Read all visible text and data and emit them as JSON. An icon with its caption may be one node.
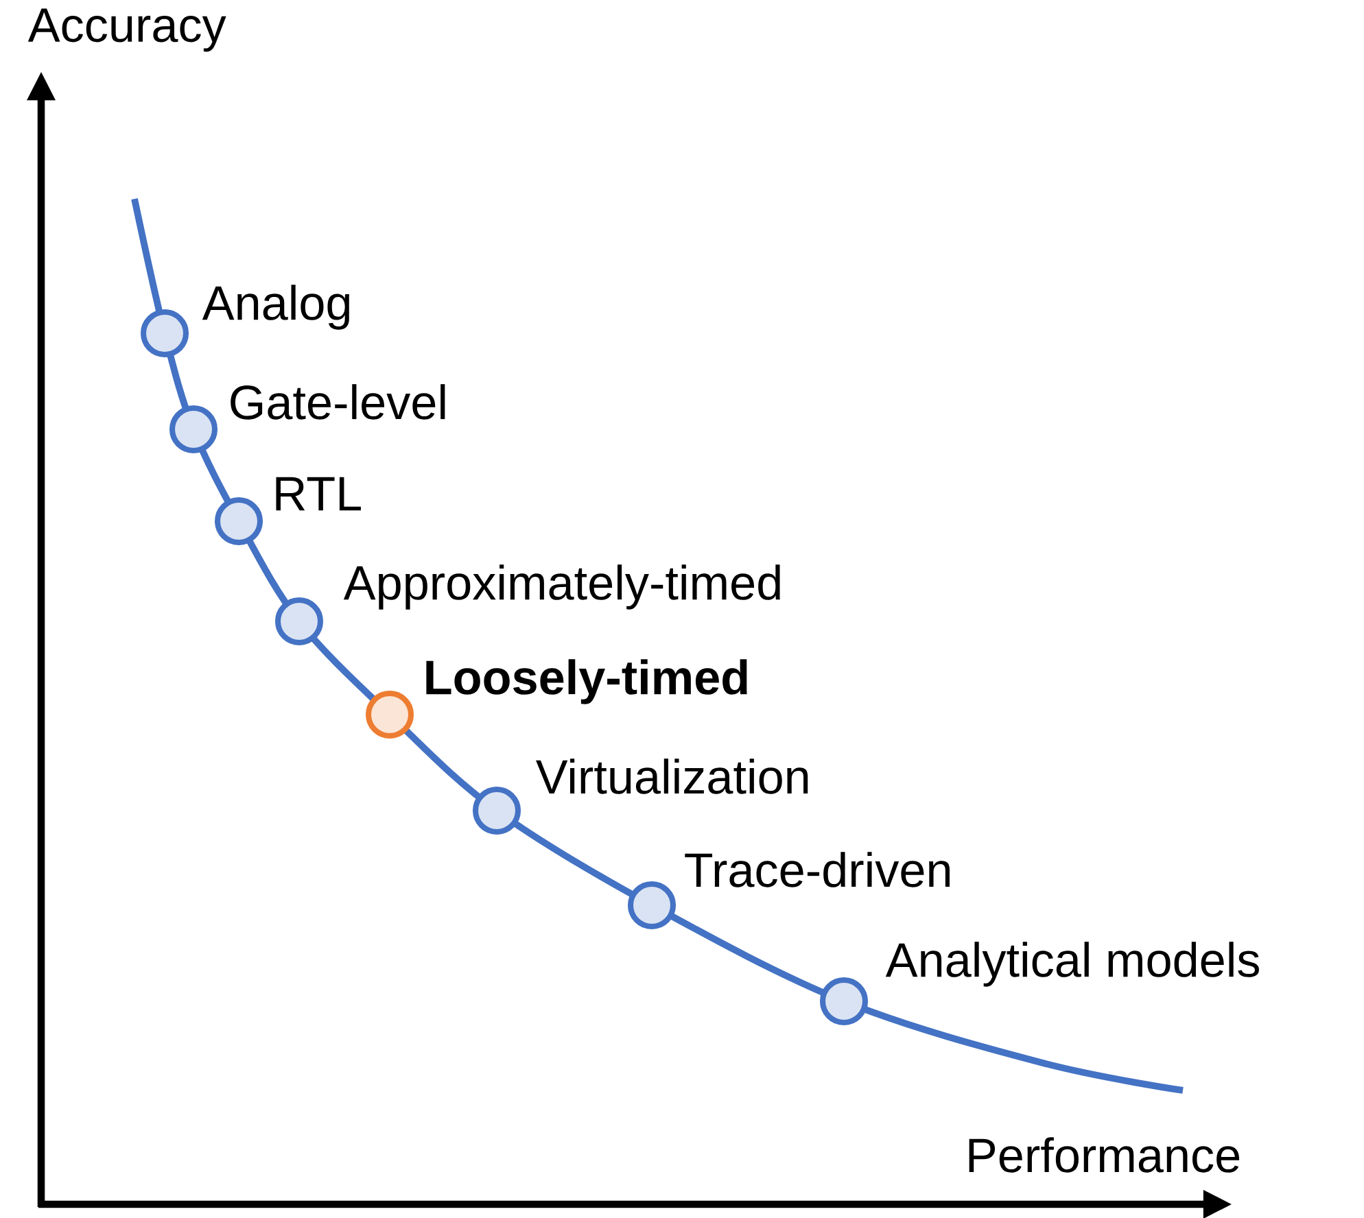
{
  "diagram": {
    "nodes": [
      {
        "text": [],
        "shape": "circle",
        "beside": [
          "Analog"
        ]
      },
      {
        "text": [],
        "shape": "circle",
        "beside": [
          "Gate-level"
        ]
      },
      {
        "text": [],
        "shape": "circle",
        "beside": [
          "RTL"
        ]
      },
      {
        "text": [],
        "shape": "circle",
        "beside": [
          "Approximately-timed"
        ]
      },
      {
        "text": [],
        "shape": "circle",
        "beside": [
          "Loosely-timed"
        ]
      },
      {
        "text": [],
        "shape": "circle",
        "beside": [
          "Virtualization"
        ]
      },
      {
        "text": [],
        "shape": "circle",
        "beside": [
          "Trace-driven"
        ]
      },
      {
        "text": [],
        "shape": "circle",
        "beside": [
          "Analytical models"
        ]
      }
    ],
    "labels": [
      "Accuracy",
      "Performance"
    ]
  }
}
